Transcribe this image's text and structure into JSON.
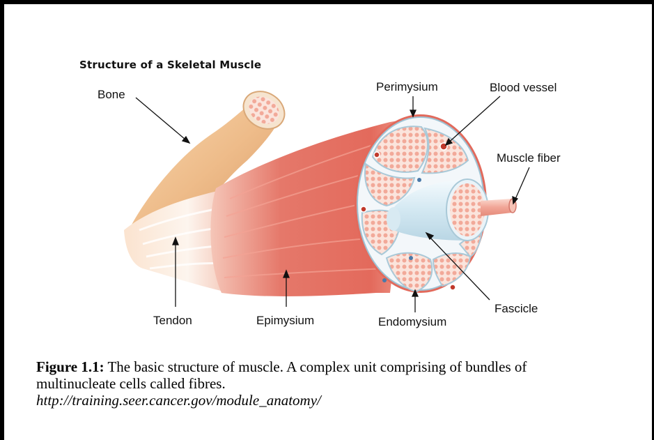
{
  "diagram": {
    "title": "Structure of a Skeletal Muscle",
    "labels": {
      "bone": "Bone",
      "perimysium": "Perimysium",
      "blood_vessel": "Blood vessel",
      "muscle_fiber": "Muscle fiber",
      "tendon": "Tendon",
      "epimysium": "Epimysium",
      "endomysium": "Endomysium",
      "fascicle": "Fascicle"
    }
  },
  "caption": {
    "label": "Figure 1.1:",
    "text": " The basic structure of muscle. A complex unit comprising of bundles of multinucleate cells called fibres.",
    "url": "http://training.seer.cancer.gov/module_anatomy/"
  },
  "colors": {
    "muscle": "#e0685a",
    "muscle_light": "#f2b2a4",
    "bone": "#f3c89a",
    "tendon": "#f7ebe0",
    "fascicle_sheath": "#dfeef5",
    "vessel": "#c0392b"
  }
}
